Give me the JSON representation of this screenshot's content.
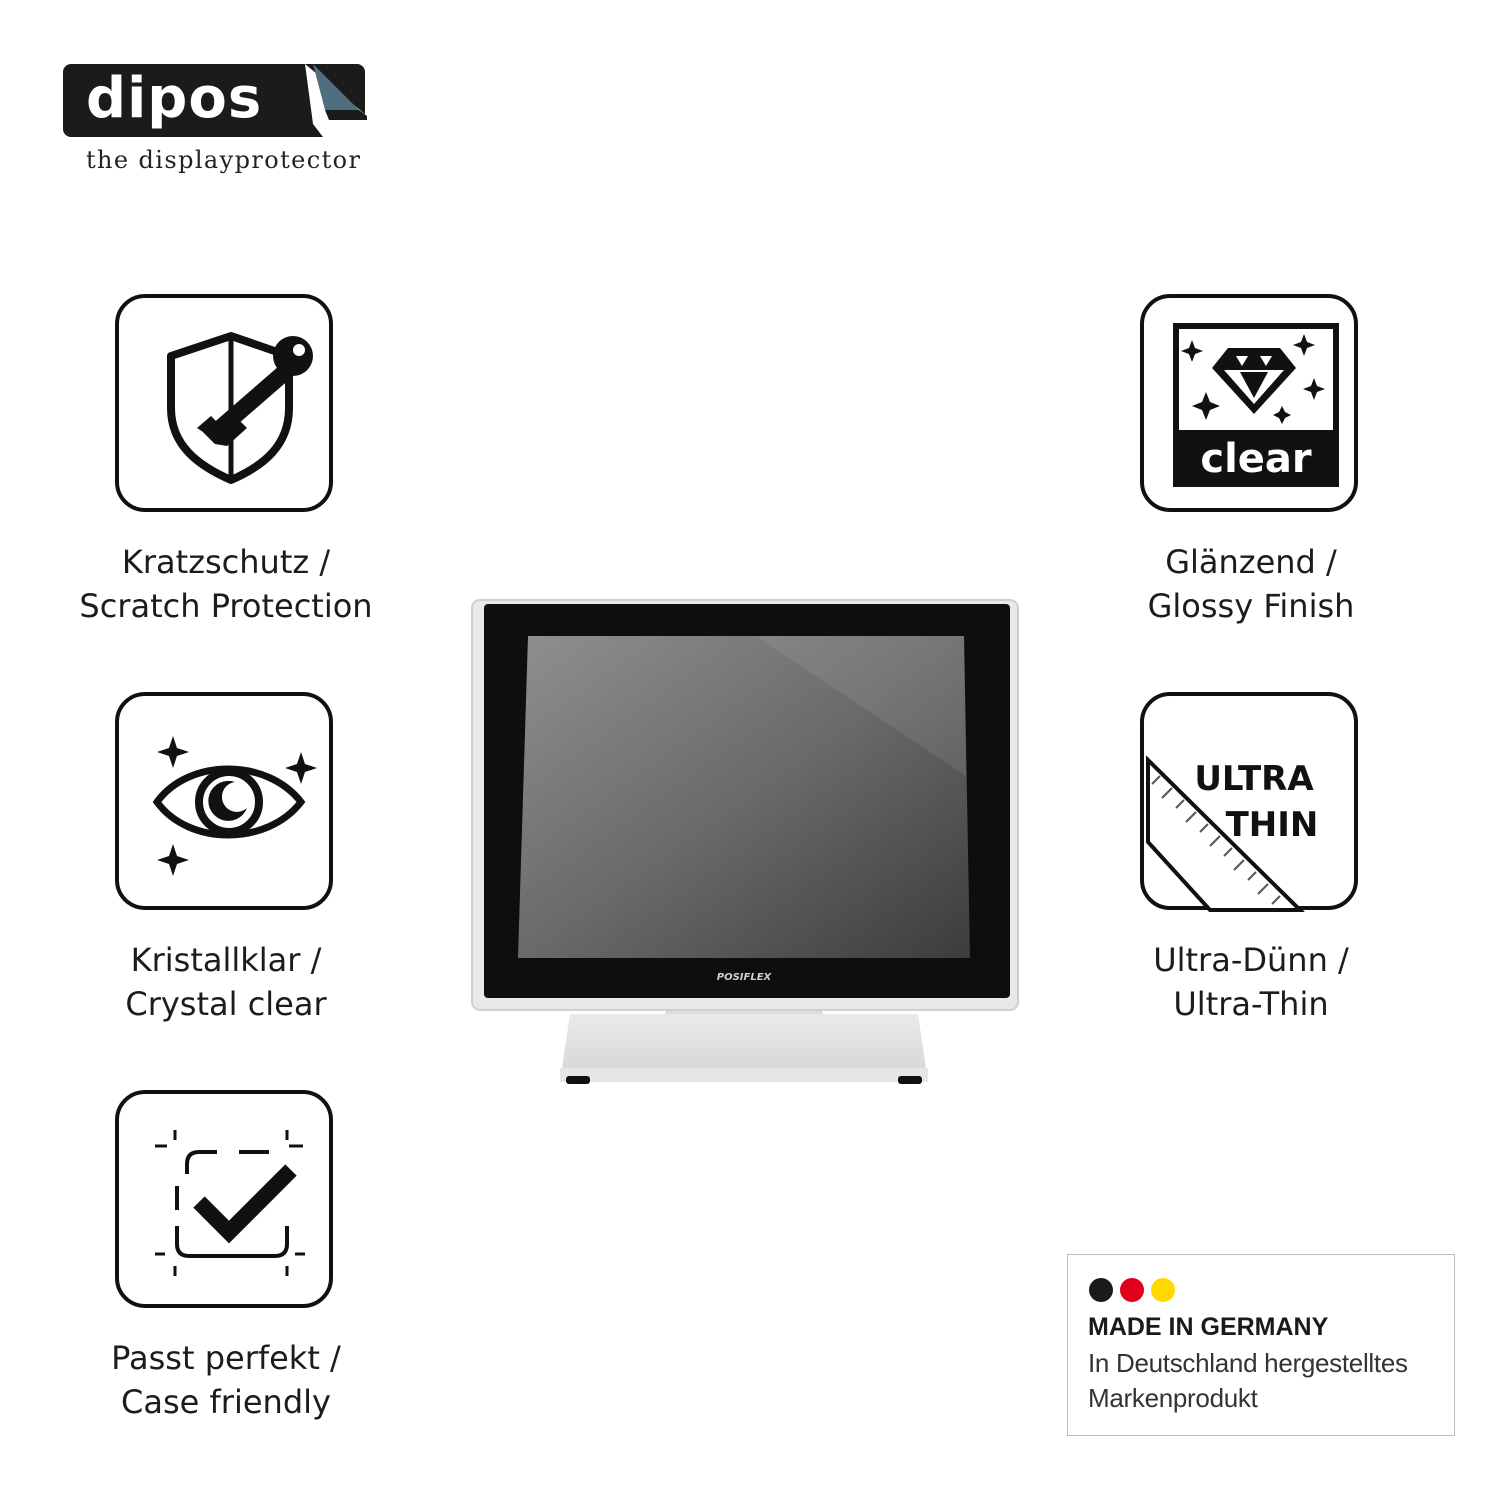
{
  "brand": {
    "name": "dipos",
    "tagline": "the displayprotector"
  },
  "features": [
    {
      "icon": "shield-key-icon",
      "line1": "Kratzschutz /",
      "line2": "Scratch Protection"
    },
    {
      "icon": "eye-sparkle-icon",
      "line1": "Kristallklar /",
      "line2": "Crystal clear"
    },
    {
      "icon": "perfect-fit-check-icon",
      "line1": "Passt perfekt /",
      "line2": "Case friendly"
    },
    {
      "icon": "diamond-clear-icon",
      "line1": "Glänzend /",
      "line2": "Glossy Finish",
      "icon_text": "clear"
    },
    {
      "icon": "ultra-thin-ruler-icon",
      "line1": "Ultra-Dünn /",
      "line2": "Ultra-Thin",
      "icon_text_1": "ULTRA",
      "icon_text_2": "THIN"
    }
  ],
  "product": {
    "brand_label": "POSIFLEX"
  },
  "badge": {
    "title": "MADE IN GERMANY",
    "line1": "In Deutschland hergestelltes",
    "line2": "Markenprodukt",
    "colors": [
      "#1a1a1a",
      "#e0001a",
      "#ffd800"
    ]
  }
}
